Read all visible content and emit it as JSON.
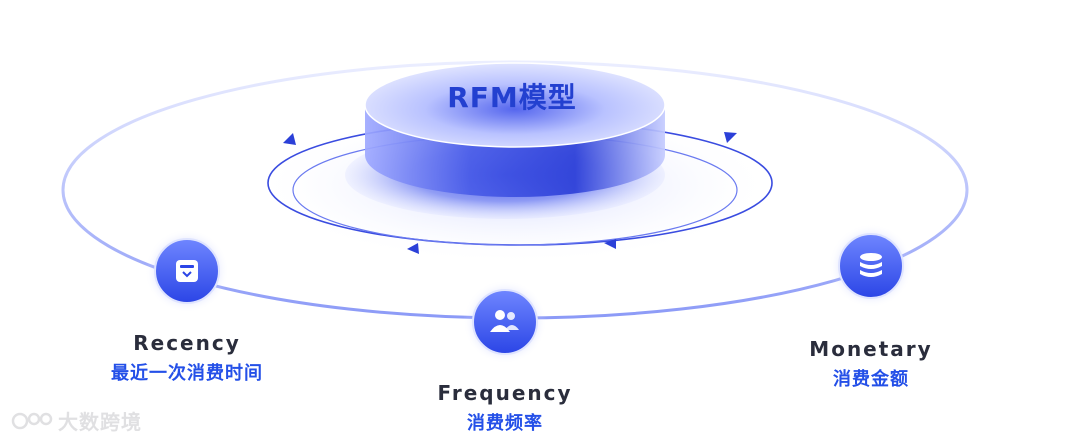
{
  "title": "RFM模型",
  "nodes": [
    {
      "key": "recency",
      "label_en": "Recency",
      "label_zh": "最近一次消费时间",
      "icon": "calendar-icon"
    },
    {
      "key": "frequency",
      "label_en": "Frequency",
      "label_zh": "消费频率",
      "icon": "users-icon"
    },
    {
      "key": "monetary",
      "label_en": "Monetary",
      "label_zh": "消费金额",
      "icon": "coins-icon"
    }
  ],
  "watermark": {
    "text": "大数跨境",
    "icon": "logo-icon"
  },
  "colors": {
    "accent": "#2450e8",
    "node_fill_dark": "#2b45e6",
    "node_fill_light": "#6f86ff",
    "disk_light": "#c9d1ff",
    "disk_dark": "#3c4fe0",
    "text_dark": "#2a2d3c"
  }
}
